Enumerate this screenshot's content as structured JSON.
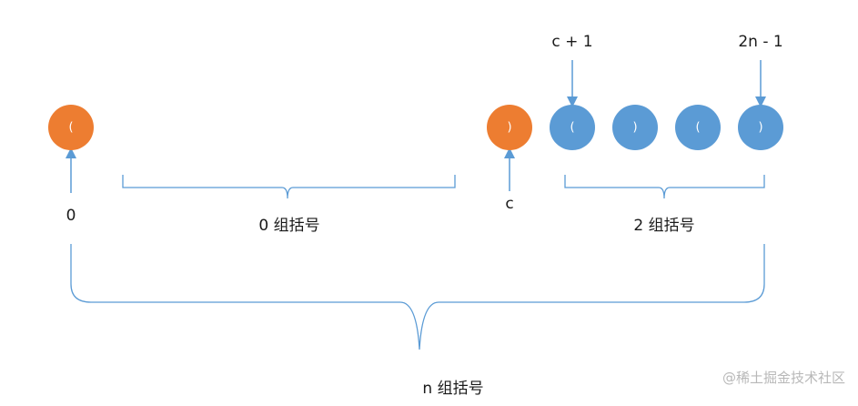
{
  "colors": {
    "orange": "#ED7D31",
    "blue": "#5B9BD5",
    "line": "#5B9BD5"
  },
  "nodes": [
    {
      "id": "open-0",
      "symbol": "(",
      "color": "orange"
    },
    {
      "id": "close-c",
      "symbol": ")",
      "color": "orange"
    },
    {
      "id": "open-c1",
      "symbol": "(",
      "color": "blue"
    },
    {
      "id": "close-2",
      "symbol": ")",
      "color": "blue"
    },
    {
      "id": "open-3",
      "symbol": "(",
      "color": "blue"
    },
    {
      "id": "close-2n1",
      "symbol": ")",
      "color": "blue"
    }
  ],
  "labels": {
    "index_0": "0",
    "index_c": "c",
    "index_c_plus_1": "c + 1",
    "index_2n_minus_1": "2n - 1",
    "group_zero": "0 组括号",
    "group_two": "2 组括号",
    "group_n": "n 组括号"
  },
  "watermark": "@稀土掘金技术社区"
}
